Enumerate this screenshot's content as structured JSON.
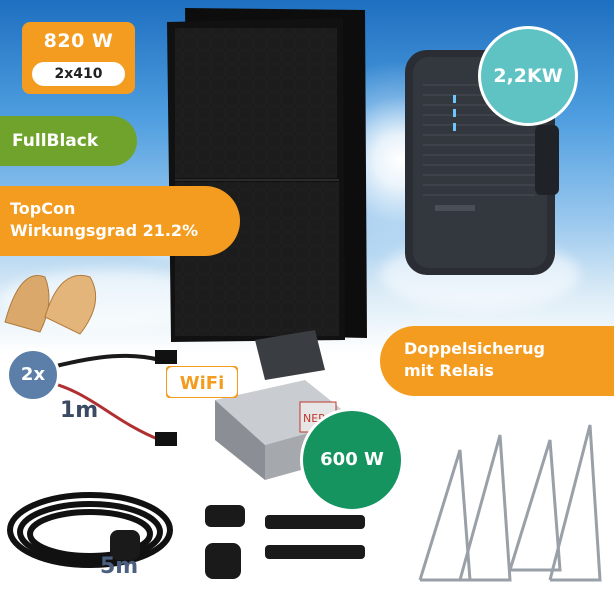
{
  "badges": {
    "power": "820 W",
    "power_config": "2x410",
    "fullblack": "FullBlack",
    "topcon_line1": "TopCon",
    "topcon_line2": "Wirkungsgrad 21.2%",
    "doppel_line1": "Doppelsicherug",
    "doppel_line2": "mit Relais",
    "battery_power": "2,2KW",
    "inverter_power": "600 W",
    "cable_count": "2x",
    "cable_length_short": "1m",
    "cable_length_long": "5m",
    "wifi": "WiFi"
  },
  "colors": {
    "orange": "#f39c1f",
    "green": "#6fa32c",
    "teal": "#5fc3c4",
    "dark_green": "#159460",
    "slate_blue": "#5b7fa8"
  },
  "icons": [
    "shell-icon",
    "wifi-icon",
    "plug-icon"
  ]
}
